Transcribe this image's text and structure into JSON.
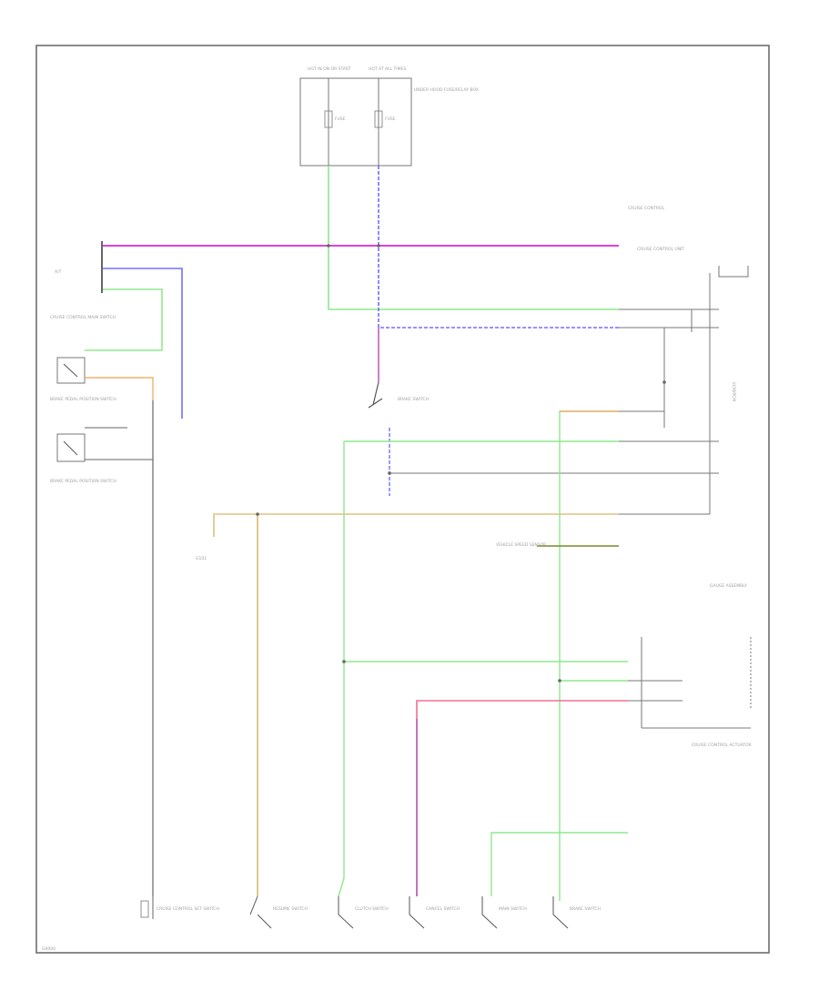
{
  "colors": {
    "frame": "#6e6e6e",
    "wire_black": "#555555",
    "pink": "#e040e0",
    "blue": "#7070ff",
    "green": "#8ee88e",
    "orange": "#f0b070",
    "tan": "#e0c080",
    "red": "#f07090",
    "magenta": "#c060c0",
    "label_gray": "#9a9a9a"
  },
  "top_box": {
    "label_left": "HOT IN ON OR START",
    "label_right": "HOT AT ALL TIMES",
    "side_note": "UNDER HOOD FUSE/RELAY BOX",
    "fuse_left": "FUSE",
    "fuse_right": "FUSE"
  },
  "header_note": "CRUISE CONTROL",
  "left_label_top": "A/T",
  "left_switch_top": "CRUISE CONTROL MAIN SWITCH",
  "left_switch_mid": "BRAKE PEDAL POSITION SWITCH",
  "left_switch_bottom": "BRAKE PEDAL POSITION SWITCH",
  "brake_switch_label": "BRAKE SWITCH",
  "ground_label": "G101",
  "right_labels": {
    "unit_top": "CRUISE CONTROL UNIT",
    "cruise_unit_lower": "CRUISE CONTROL ACTUATOR",
    "vss_note": "VEHICLE SPEED SENSOR",
    "dash_unit": "GAUGE ASSEMBLY",
    "ecm": "ECM/PCM"
  },
  "bottom_switches": [
    {
      "label": "CRUISE CONTROL SET SWITCH"
    },
    {
      "label": "RESUME SWITCH"
    },
    {
      "label": "CLUTCH SWITCH"
    },
    {
      "label": "CANCEL SWITCH"
    },
    {
      "label": "MAIN SWITCH"
    },
    {
      "label": "BRAKE SWITCH"
    }
  ],
  "footer_code": "G0000"
}
